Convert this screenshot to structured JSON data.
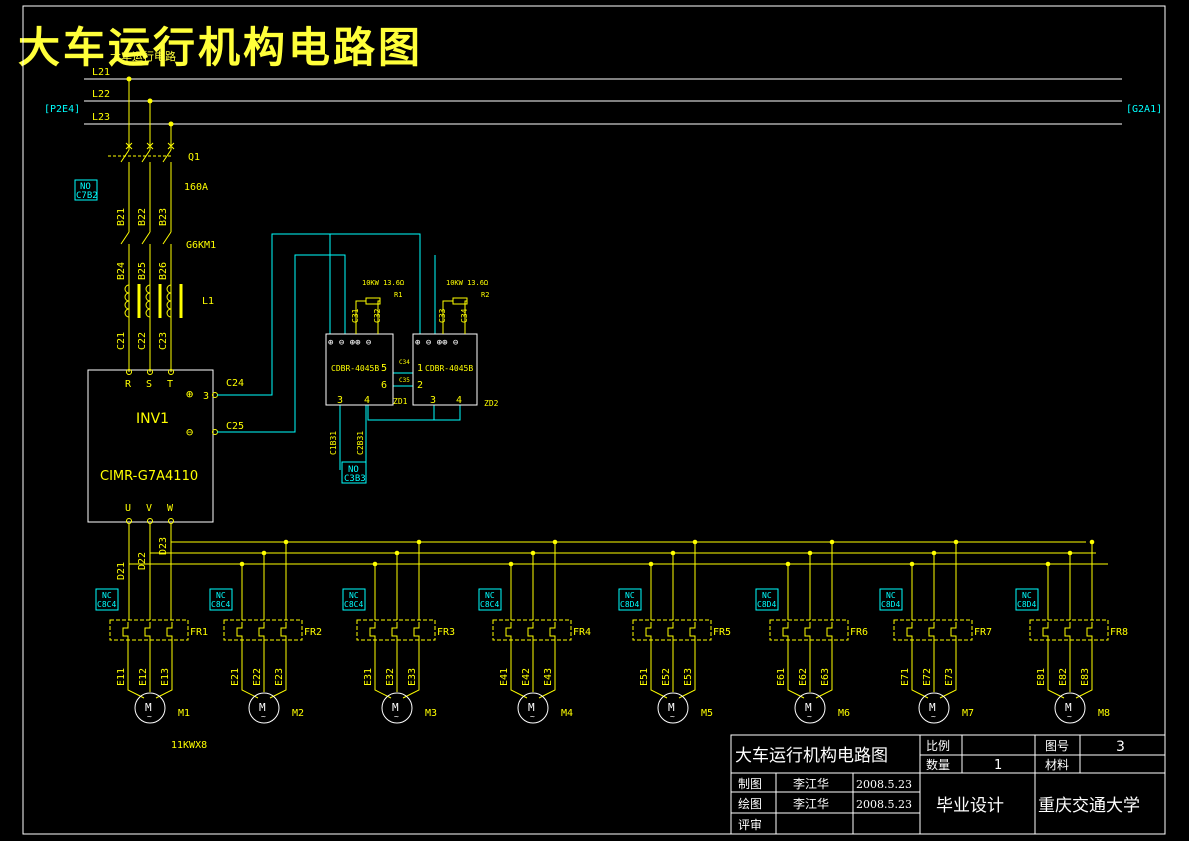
{
  "drawing": {
    "title": "大车运行机构电路图",
    "sub_title": "大车运行电路",
    "colors": {
      "frame": "#ffffff",
      "wire": "#ffff00",
      "wire2": "#00ffff",
      "cross": "#7fdcff"
    },
    "buses": {
      "l1": "L21",
      "l2": "L22",
      "l3": "L23",
      "ref_left": "[P2E4]",
      "ref_right": "[G2A1]"
    },
    "breaker": {
      "tag": "Q1",
      "rating": "160A",
      "wires": [
        "B21",
        "B22",
        "B23"
      ],
      "no_ref1": "NO",
      "no_ref2": "C7B2"
    },
    "contactor": {
      "tag": "G6KM1",
      "wires": [
        "B24",
        "B25",
        "B26"
      ]
    },
    "reactor": {
      "tag": "L1",
      "wires": [
        "C21",
        "C22",
        "C23"
      ]
    },
    "inverter": {
      "tag": "INV1",
      "model": "CIMR-G7A4110",
      "inputs": [
        "R",
        "S",
        "T"
      ],
      "outputs": [
        "U",
        "V",
        "W"
      ],
      "plus": "⊕",
      "minus": "⊖",
      "term3": "3",
      "dc_plus": "C24",
      "dc_minus": "C25",
      "out_wires": [
        "D21",
        "D22",
        "D23"
      ]
    },
    "braking": {
      "units": [
        {
          "model": "CDBR-4045B",
          "tag": "ZD1",
          "resistor": "R1",
          "rating": "10KW 13.6Ω",
          "wires": [
            "C31",
            "C32"
          ],
          "terms": [
            "3",
            "4",
            "5",
            "6"
          ]
        },
        {
          "model": "CDBR-4045B",
          "tag": "ZD2",
          "resistor": "R2",
          "rating": "10KW 13.6Ω",
          "wires": [
            "C33",
            "C34"
          ],
          "terms": [
            "1",
            "2",
            "3",
            "4"
          ]
        }
      ],
      "terminal_symbols": "⊕ ⊖ ⊕⊕ ⊖",
      "link_wires": [
        "C34",
        "C35"
      ],
      "alarm_wires": [
        "C1B31",
        "C2B31"
      ],
      "no_ref1": "NO",
      "no_ref2": "C3B3"
    },
    "motors": [
      {
        "fr": "FR1",
        "tag": "M1",
        "nc_ref": "C8C4",
        "wires": [
          "E11",
          "E12",
          "E13"
        ]
      },
      {
        "fr": "FR2",
        "tag": "M2",
        "nc_ref": "C8C4",
        "wires": [
          "E21",
          "E22",
          "E23"
        ]
      },
      {
        "fr": "FR3",
        "tag": "M3",
        "nc_ref": "C8C4",
        "wires": [
          "E31",
          "E32",
          "E33"
        ]
      },
      {
        "fr": "FR4",
        "tag": "M4",
        "nc_ref": "C8C4",
        "wires": [
          "E41",
          "E42",
          "E43"
        ]
      },
      {
        "fr": "FR5",
        "tag": "M5",
        "nc_ref": "C8D4",
        "wires": [
          "E51",
          "E52",
          "E53"
        ]
      },
      {
        "fr": "FR6",
        "tag": "M6",
        "nc_ref": "C8D4",
        "wires": [
          "E61",
          "E62",
          "E63"
        ]
      },
      {
        "fr": "FR7",
        "tag": "M7",
        "nc_ref": "C8D4",
        "wires": [
          "E71",
          "E72",
          "E73"
        ]
      },
      {
        "fr": "FR8",
        "tag": "M8",
        "nc_ref": "C8D4",
        "wires": [
          "E81",
          "E82",
          "E83"
        ]
      }
    ],
    "nc_label": "NC",
    "motor_symbol": "M",
    "motor_wave": "~",
    "motor_rating": "11KWX8"
  },
  "title_block": {
    "name": "大车运行机构电路图",
    "scale_label": "比例",
    "scale_value": "",
    "sheet_label": "图号",
    "sheet_value": "3",
    "qty_label": "数量",
    "qty_value": "1",
    "material_label": "材料",
    "material_value": "",
    "rows": [
      {
        "role": "制图",
        "person": "李江华",
        "date": "2008.5.23"
      },
      {
        "role": "绘图",
        "person": "李江华",
        "date": "2008.5.23"
      },
      {
        "role": "评审",
        "person": "",
        "date": ""
      }
    ],
    "project": "毕业设计",
    "school": "重庆交通大学"
  }
}
